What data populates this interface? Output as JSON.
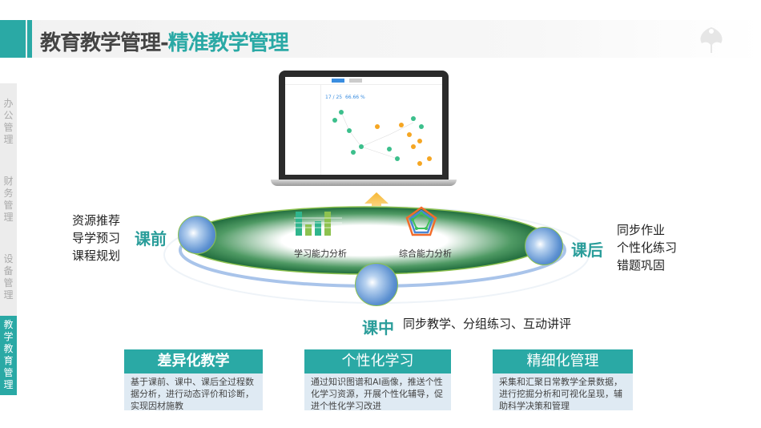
{
  "header": {
    "title_main": "教育教学管理-",
    "title_highlight": "精准教学管理"
  },
  "sidebar": {
    "items": [
      {
        "label": "办公管理",
        "active": false
      },
      {
        "label": "财务管理",
        "active": false
      },
      {
        "label": "设备管理",
        "active": false
      },
      {
        "label": "教学教育管理",
        "active": true
      }
    ]
  },
  "screen": {
    "score": "17 / 25",
    "percent": "66.66 %"
  },
  "diagram": {
    "before": {
      "label": "课前",
      "items": [
        "资源推荐",
        "导学预习",
        "课程规划"
      ]
    },
    "after": {
      "label": "课后",
      "items": [
        "同步作业",
        "个性化练习",
        "错题巩固"
      ]
    },
    "during": {
      "label": "课中",
      "text": "同步教学、分组练习、互动讲评"
    },
    "analysis_left": "学习能力分析",
    "analysis_right": "综合能力分析"
  },
  "cards": [
    {
      "title": "差异化教学",
      "body": "基于课前、课中、课后全过程数据分析，进行动态评价和诊断，实现因材施教"
    },
    {
      "title": "个性化学习",
      "body": "通过知识图谱和AI画像，推送个性化学习资源，开展个性化辅导，促进个性化学习改进"
    },
    {
      "title": "精细化管理",
      "body": "采集和汇聚日常教学全景数据，进行挖掘分析和可视化呈现，辅助科学决策和管理"
    }
  ],
  "colors": {
    "teal": "#2aa9a5",
    "green": "#2f7d4a",
    "blue": "#5a8fd0"
  }
}
